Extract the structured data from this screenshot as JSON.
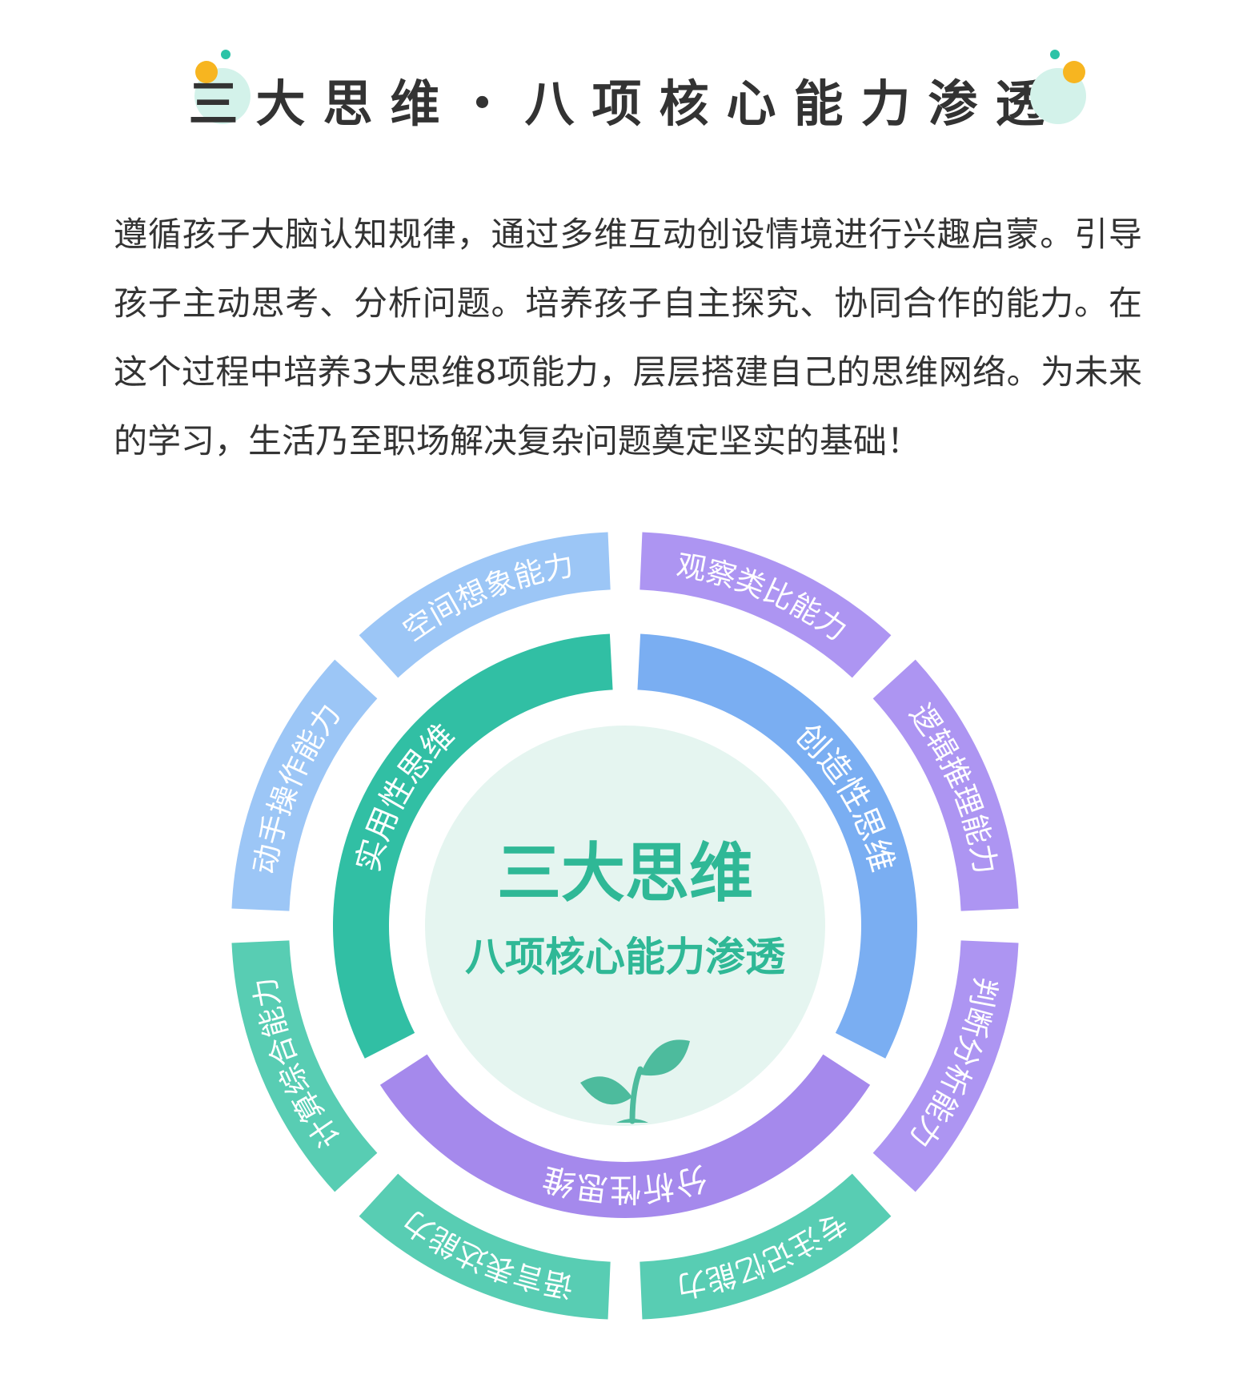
{
  "title": "三大思维・八项核心能力渗透",
  "intro": "遵循孩子大脑认知规律，通过多维互动创设情境进行兴趣启蒙。引导孩子主动思考、分析问题。培养孩子自主探究、协同合作的能力。在这个过程中培养3大思维8项能力，层层搭建自己的思维网络。为未来的学习，生活乃至职场解决复杂问题奠定坚实的基础！",
  "center": {
    "title": "三大思维",
    "subtitle": "八项核心能力渗透"
  },
  "inner": [
    {
      "label": "创造性思维",
      "color": "#7aaef2"
    },
    {
      "label": "分析性思维",
      "color": "#a589ec"
    },
    {
      "label": "实用性思维",
      "color": "#31bfa4"
    }
  ],
  "outer": [
    {
      "label": "观察类比能力",
      "color": "#ad95f2"
    },
    {
      "label": "逻辑推理能力",
      "color": "#ad95f2"
    },
    {
      "label": "判断分析能力",
      "color": "#ad95f2"
    },
    {
      "label": "专注记忆能力",
      "color": "#58cdb3"
    },
    {
      "label": "语言表达能力",
      "color": "#58cdb3"
    },
    {
      "label": "计算综合能力",
      "color": "#58cdb3"
    },
    {
      "label": "动手操作能力",
      "color": "#9cc6f6"
    },
    {
      "label": "空间想象能力",
      "color": "#9cc6f6"
    }
  ],
  "colors": {
    "center_fill": "#e5f5f0",
    "center_text": "#2fb896",
    "sprout": "#4dbb9d",
    "deco_bubble": "#d3f2ea",
    "deco_yellow": "#f7b520",
    "deco_teal": "#2bc3a7",
    "text": "#333333"
  }
}
